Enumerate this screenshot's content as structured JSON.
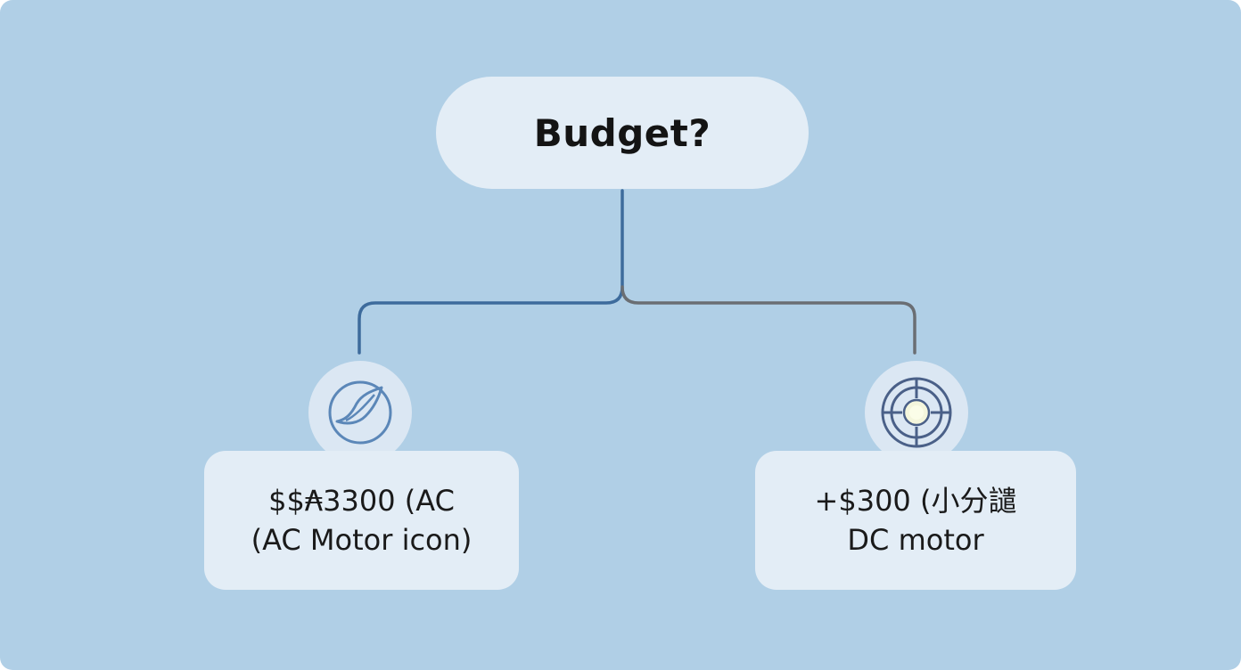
{
  "decision": {
    "question": "Budget?"
  },
  "branches": [
    {
      "icon": "ac-motor-icon",
      "line1": "$$₳3300 (AC",
      "line2": "(AC Motor icon)",
      "connector_color": "#3d6b9c"
    },
    {
      "icon": "dc-motor-icon",
      "line1": "+$300 (小分譴",
      "line2": "DC motor",
      "connector_color": "#6a6e73"
    }
  ],
  "colors": {
    "background": "#b0cfe6",
    "node_fill": "#e3edf6",
    "icon_blue": "#5b87b8",
    "icon_navy": "#4a6088"
  }
}
